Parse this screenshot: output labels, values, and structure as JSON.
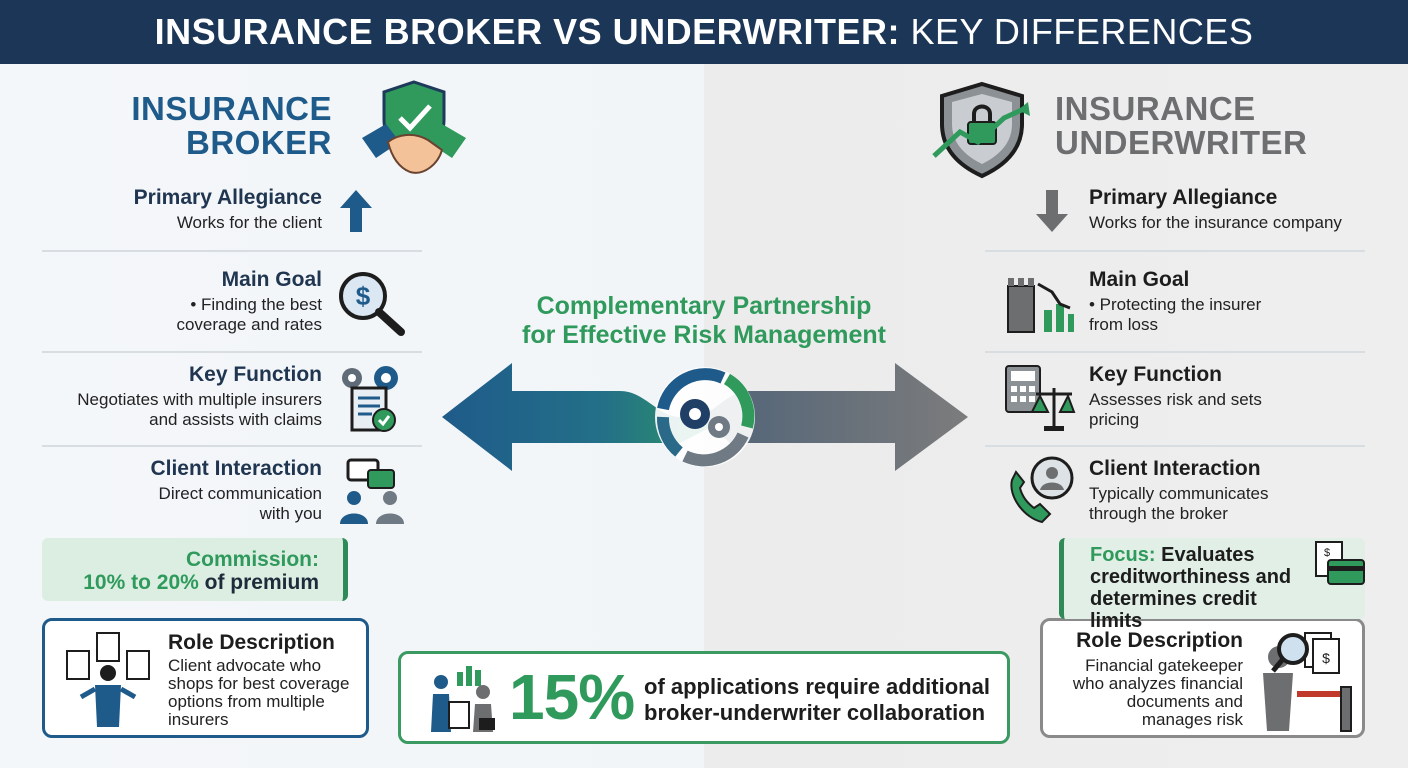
{
  "header": {
    "title_bold": "INSURANCE BROKER VS UNDERWRITER:",
    "title_light": "KEY DIFFERENCES"
  },
  "broker": {
    "title_line1": "INSURANCE",
    "title_line2": "BROKER",
    "rows": [
      {
        "heading": "Primary Allegiance",
        "text": "Works for the client"
      },
      {
        "heading": "Main Goal",
        "text": "• Finding the best coverage and rates"
      },
      {
        "heading": "Key Function",
        "text": "Negotiates with multiple insurers and assists with claims"
      },
      {
        "heading": "Client Interaction",
        "text": "Direct communication with you"
      }
    ],
    "commission": {
      "label": "Commission:",
      "range": "10% to 20%",
      "suffix": "of premium"
    },
    "role": {
      "title": "Role Description",
      "text": "Client advocate who shops for best coverage options from multiple insurers"
    }
  },
  "underwriter": {
    "title_line1": "INSURANCE",
    "title_line2": "UNDERWRITER",
    "rows": [
      {
        "heading": "Primary Allegiance",
        "text": "Works for the insurance company"
      },
      {
        "heading": "Main Goal",
        "text": "• Protecting the insurer from loss"
      },
      {
        "heading": "Key Function",
        "text": "Assesses risk and sets pricing"
      },
      {
        "heading": "Client Interaction",
        "text": "Typically communicates through the broker"
      }
    ],
    "focus": {
      "label": "Focus:",
      "text": "Evaluates creditworthiness and determines credit limits"
    },
    "role": {
      "title": "Role Description",
      "text": "Financial gatekeeper who analyzes financial documents and manages risk"
    }
  },
  "center": {
    "line1": "Complementary Partnership",
    "line2": "for Effective Risk Management"
  },
  "stat": {
    "value": "15%",
    "text": "of applications require additional broker-underwriter collaboration"
  },
  "colors": {
    "navy": "#1b3656",
    "blue": "#1f5b8a",
    "green": "#2f9a5c",
    "gray": "#6d6e70"
  },
  "icons": [
    "handshake-shield-icon",
    "lock-shield-chart-icon",
    "arrow-up-icon",
    "arrow-down-icon",
    "dollar-magnifier-icon",
    "tower-chart-icon",
    "gears-document-icon",
    "calculator-scale-icon",
    "chat-people-icon",
    "phone-person-icon",
    "gears-cycle-icon",
    "documents-person-icon",
    "documents-magnifier-person-icon",
    "credit-card-document-icon",
    "handshake-chart-icon"
  ]
}
